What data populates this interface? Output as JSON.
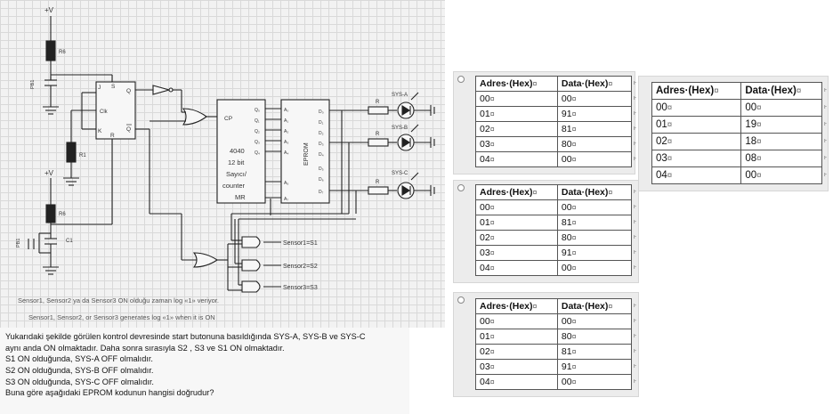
{
  "circuit": {
    "vcc_top": "+V",
    "vcc_mid": "+V",
    "r6_top": "R6",
    "r6_bottom": "R6",
    "r1": "R1",
    "c1": "C1",
    "pb1_top": "PB1",
    "pb1_bottom": "PB1",
    "ff": {
      "j": "J",
      "s": "S",
      "q": "Q",
      "clk": "Clk",
      "k": "K",
      "r": "R",
      "qbar": "Q"
    },
    "counter": {
      "pin_cp": "CP",
      "outputs": [
        "Q₀",
        "Q₁",
        "Q₂",
        "Q₃",
        "Q₄"
      ],
      "line1": "4040",
      "line2": "12 bit",
      "line3": "Sayıcı/",
      "line4": "counter",
      "line5": "MR"
    },
    "eprom": {
      "label": "EPROM",
      "addr_pins": [
        "A₀",
        "A₁",
        "A₂",
        "A₃",
        "A₄",
        "A₅",
        "A₇"
      ],
      "data_pins": [
        "D₀",
        "D₁",
        "D₂",
        "D₃",
        "D₄",
        "D₅",
        "D₆",
        "D₇"
      ]
    },
    "resistor_r": "R",
    "leds": [
      "SYS-A",
      "SYS-B",
      "SYS-C"
    ],
    "sensors": [
      "Sensor1=S1",
      "Sensor2=S2",
      "Sensor3=S3"
    ]
  },
  "caption_tr": "Sensor1, Sensor2 ya da Sensor3 ON olduğu zaman log «1» veriyor.",
  "caption_en": "Sensor1, Sensor2, or Sensor3 generates log «1» when it is ON",
  "question": {
    "line1": "Yukarıdaki şekilde görülen kontrol devresinde start butonuna basıldığında SYS-A, SYS-B ve SYS-C",
    "line2": "aynı anda ON olmaktadır. Daha sonra sırasıyla S2 , S3 ve S1 ON olmaktadır.",
    "line3": "S1 ON olduğunda, SYS-A OFF olmalıdır.",
    "line4": "S2 ON olduğunda, SYS-B OFF olmalıdır.",
    "line5": "S3 ON olduğunda, SYS-C OFF olmalıdır.",
    "line6": "Buna göre aşağıdaki EPROM kodunun hangisi doğrudur?"
  },
  "table_header": {
    "address": "Adres·(Hex)",
    "data": "Data·(Hex)",
    "cell_mark": "¤",
    "row_mark": "ⱶ"
  },
  "options": {
    "a": {
      "rows": [
        {
          "addr": "00",
          "data": "00"
        },
        {
          "addr": "01",
          "data": "91"
        },
        {
          "addr": "02",
          "data": "81"
        },
        {
          "addr": "03",
          "data": "80"
        },
        {
          "addr": "04",
          "data": "00"
        }
      ]
    },
    "b": {
      "rows": [
        {
          "addr": "00",
          "data": "00"
        },
        {
          "addr": "01",
          "data": "19"
        },
        {
          "addr": "02",
          "data": "18"
        },
        {
          "addr": "03",
          "data": "08"
        },
        {
          "addr": "04",
          "data": "00"
        }
      ]
    },
    "c": {
      "rows": [
        {
          "addr": "00",
          "data": "00"
        },
        {
          "addr": "01",
          "data": "81"
        },
        {
          "addr": "02",
          "data": "80"
        },
        {
          "addr": "03",
          "data": "91"
        },
        {
          "addr": "04",
          "data": "00"
        }
      ]
    },
    "d": {
      "rows": [
        {
          "addr": "00",
          "data": "00"
        },
        {
          "addr": "01",
          "data": "80"
        },
        {
          "addr": "02",
          "data": "81"
        },
        {
          "addr": "03",
          "data": "91"
        },
        {
          "addr": "04",
          "data": "00"
        }
      ]
    }
  }
}
